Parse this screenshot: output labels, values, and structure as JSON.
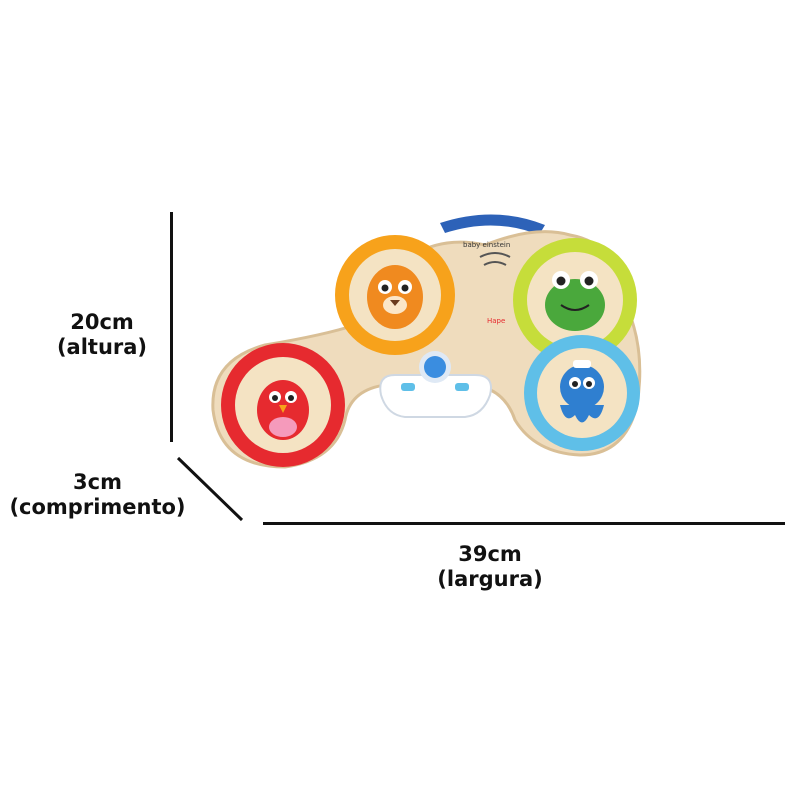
{
  "dimensions": {
    "height": {
      "value": "20cm",
      "label": "(altura)"
    },
    "depth": {
      "value": "3cm",
      "label": "(comprimento)"
    },
    "width": {
      "value": "39cm",
      "label": "(largura)"
    }
  },
  "product": {
    "brand_text": "baby einstein",
    "maker_text": "Hape",
    "pads": [
      "red-bird",
      "orange-tiger",
      "green-frog",
      "blue-octopus"
    ],
    "colors": {
      "wood": "#efdcbd",
      "wood_edge": "#d9bf96",
      "red": "#e62a2f",
      "orange": "#f7a21b",
      "green": "#c6dd3a",
      "blue": "#5fbfe8",
      "handle": "#2d62b8",
      "button": "#3a8de0"
    }
  }
}
